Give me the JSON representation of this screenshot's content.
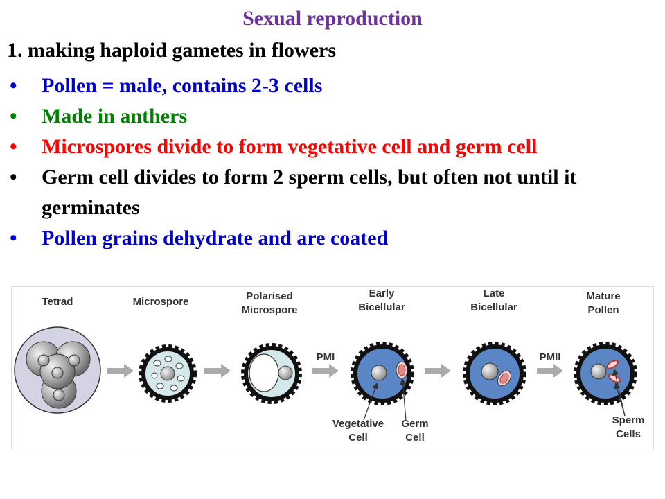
{
  "slide": {
    "title": "Sexual reproduction",
    "heading": "1. making haploid gametes in flowers",
    "bullets": [
      {
        "text": "Pollen = male, contains 2-3 cells",
        "color": "#0000cc"
      },
      {
        "text": "Made in anthers",
        "color": "#008000"
      },
      {
        "text": "Microspores divide to form vegetative cell and germ cell",
        "color": "#ff0000"
      },
      {
        "text": "Germ cell divides to form 2 sperm cells, but often not until it germinates",
        "color": "#000000"
      },
      {
        "text": "Pollen grains dehydrate and are coated",
        "color": "#0000cc"
      }
    ],
    "bullet_glyph": "•"
  },
  "diagram": {
    "stages": [
      {
        "line1": "Tetrad",
        "line2": ""
      },
      {
        "line1": "Microspore",
        "line2": ""
      },
      {
        "line1": "Polarised",
        "line2": "Microspore"
      },
      {
        "line1": "Early",
        "line2": "Bicellular"
      },
      {
        "line1": "Late",
        "line2": "Bicellular"
      },
      {
        "line1": "Mature",
        "line2": "Pollen"
      }
    ],
    "transitions": [
      "PMI",
      "PMII"
    ],
    "annotations": {
      "vegetative_1": "Vegetative",
      "vegetative_2": "Cell",
      "germ_1": "Germ",
      "germ_2": "Cell",
      "sperm_1": "Sperm",
      "sperm_2": "Cells"
    },
    "colors": {
      "cell_blue": "#5b86c5",
      "cell_light": "#d4e8ec",
      "nucleus_gray": "#b8b8b8",
      "germ_pink": "#e08a8a",
      "arrow_gray": "#aaaaaa",
      "wall": "#111111"
    }
  }
}
